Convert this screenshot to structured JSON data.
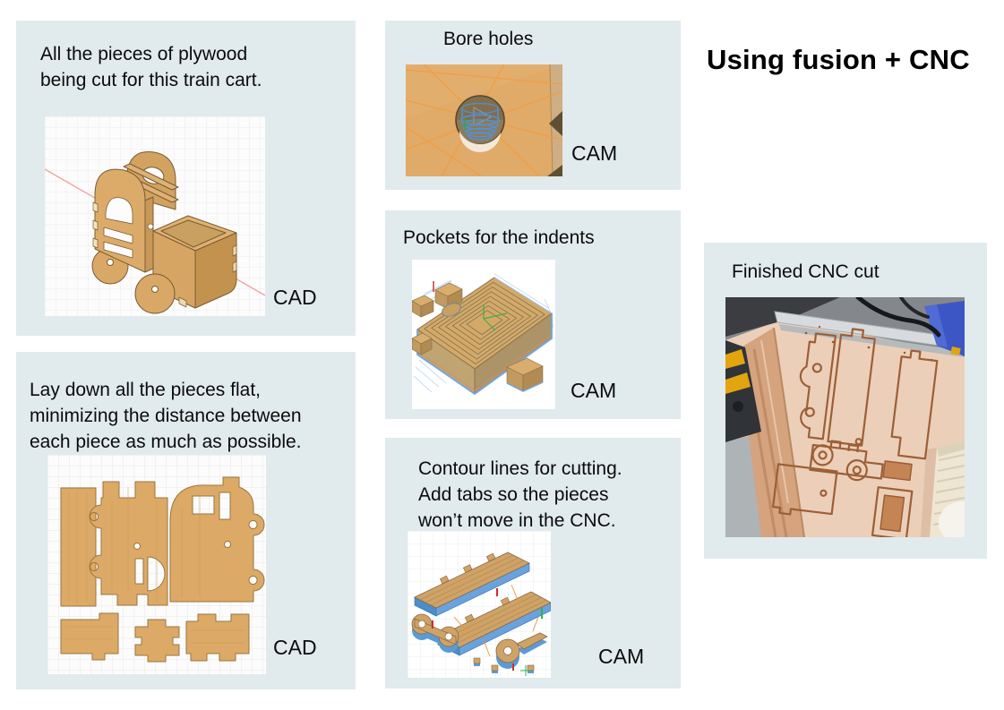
{
  "slide": {
    "title": "Using fusion + CNC"
  },
  "panels": [
    {
      "id": "cad-model",
      "caption": "All the pieces of plywood\nbeing cut for this train cart.",
      "label": "CAD",
      "image": "train-cart-cad-render"
    },
    {
      "id": "cad-flat-layout",
      "caption": "Lay down all the pieces flat,\nminimizing the distance between\neach piece as much as possible.",
      "label": "CAD",
      "image": "flat-layout-cad-render"
    },
    {
      "id": "cam-bore",
      "caption": "Bore holes",
      "label": "CAM",
      "image": "bore-holes-cam-render"
    },
    {
      "id": "cam-pockets",
      "caption": "Pockets for the indents",
      "label": "CAM",
      "image": "pocket-toolpath-cam-render"
    },
    {
      "id": "cam-contour",
      "caption": "Contour lines for cutting.\nAdd tabs so the pieces\nwon’t move in the CNC.",
      "label": "CAM",
      "image": "contour-toolpath-cam-render"
    },
    {
      "id": "finished-photo",
      "caption": "Finished CNC cut",
      "label": "",
      "image": "finished-cnc-cut-photo"
    }
  ],
  "colors": {
    "panel_bg": "#e1eaed",
    "text": "#000000",
    "wood_tan": "#d9a868",
    "toolpath_orange": "#f29d3e",
    "toolpath_blue": "#5b9bd5",
    "axis_red": "#f2a19e",
    "axis_green": "#3bb04b",
    "photo_wood": "#eccfb8",
    "engraving_brown": "#9c5f36",
    "machine_blue": "#3c57c5",
    "hazard_yellow": "#e2a40f"
  }
}
